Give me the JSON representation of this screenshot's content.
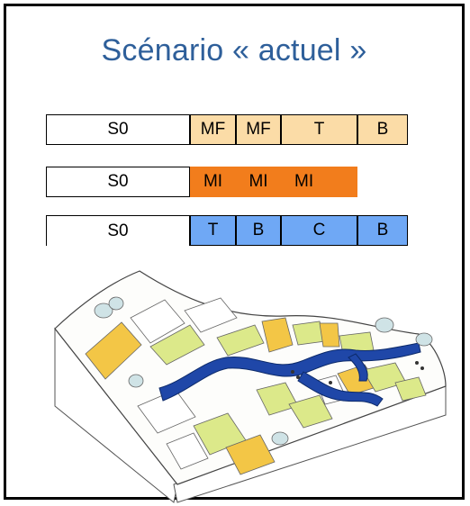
{
  "title": "Scénario « actuel »",
  "rows": [
    {
      "start": "S0",
      "cells": [
        {
          "label": "MF",
          "color": "#fbdca7"
        },
        {
          "label": "MF",
          "color": "#fbdca7"
        },
        {
          "label": "T",
          "color": "#fbdca7"
        },
        {
          "label": "B",
          "color": "#fbdca7"
        }
      ]
    },
    {
      "start": "S0",
      "cells": [
        {
          "label": "MI",
          "color": "#f27d1c"
        },
        {
          "label": "MI",
          "color": "#f27d1c"
        },
        {
          "label": "MI",
          "color": "#f27d1c"
        }
      ]
    },
    {
      "start": "S0",
      "cells": [
        {
          "label": "T",
          "color": "#6fa8f5"
        },
        {
          "label": "B",
          "color": "#6fa8f5"
        },
        {
          "label": "C",
          "color": "#6fa8f5"
        },
        {
          "label": "B",
          "color": "#6fa8f5"
        }
      ]
    }
  ],
  "colors": {
    "title": "#2e5f9a",
    "river": "#1f47a8",
    "field_yellow": "#f3c646",
    "field_green": "#dce98a"
  }
}
